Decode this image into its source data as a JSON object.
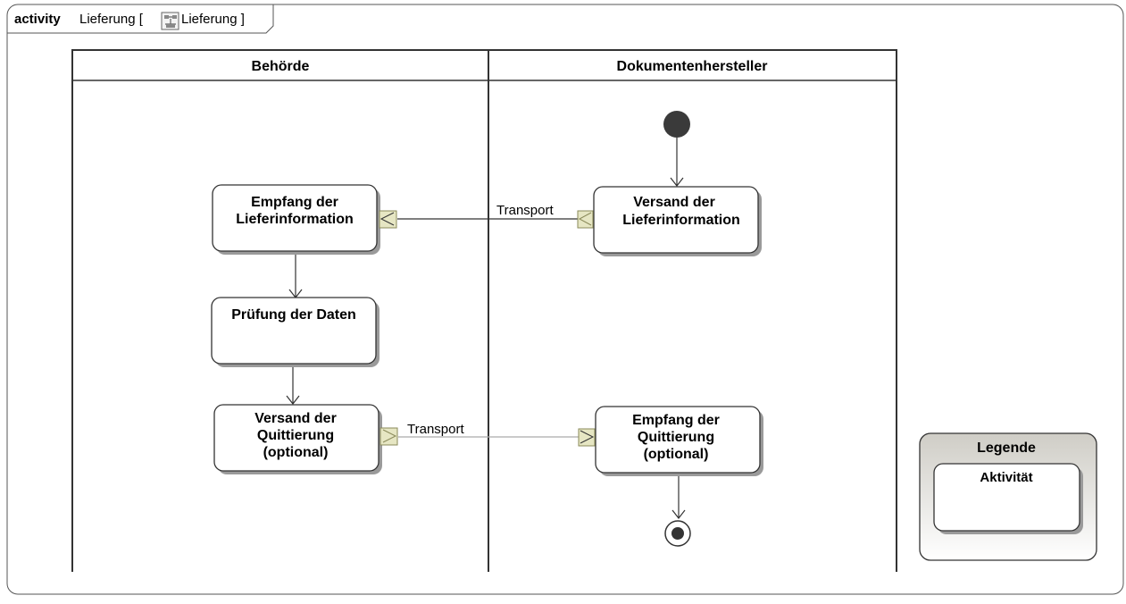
{
  "frame": {
    "keyword": "activity",
    "name": "Lieferung [",
    "ref_name": "Lieferung ]"
  },
  "lanes": [
    {
      "label": "Behörde"
    },
    {
      "label": "Dokumentenhersteller"
    }
  ],
  "actions": {
    "empfang_lieferinfo": {
      "line1": "Empfang der",
      "line2": "Lieferinformation"
    },
    "pruefung": {
      "line1": "Prüfung der Daten"
    },
    "versand_quittierung": {
      "line1": "Versand der",
      "line2": "Quittierung",
      "line3": "(optional)"
    },
    "versand_lieferinfo": {
      "line1": "Versand der",
      "line2": "Lieferinformation"
    },
    "empfang_quittierung": {
      "line1": "Empfang der",
      "line2": "Quittierung",
      "line3": "(optional)"
    }
  },
  "flows": {
    "transport_1": "Transport",
    "transport_2": "Transport"
  },
  "legend": {
    "title": "Legende",
    "item": "Aktivität"
  },
  "colors": {
    "line": "#333333",
    "pin_fill": "#e6e6c3",
    "pin_stroke": "#8a8a5a",
    "node_fill": "#333333",
    "shadow": "#9a9a9a"
  }
}
